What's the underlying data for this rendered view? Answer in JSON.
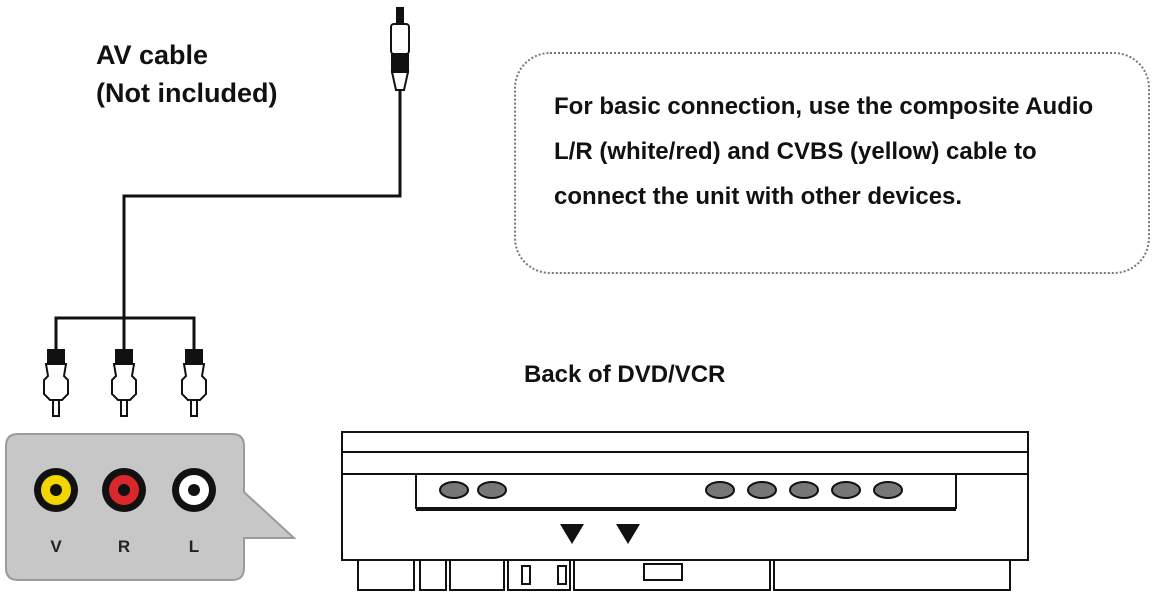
{
  "cable": {
    "label_line1": "AV cable",
    "label_line2": "(Not included)"
  },
  "note": {
    "text": "For basic connection, use the composite Audio L/R (white/red) and CVBS (yellow) cable to connect the unit with other devices."
  },
  "device": {
    "label": "Back of DVD/VCR"
  },
  "jacks": [
    {
      "letter": "V",
      "color": "#f2d600"
    },
    {
      "letter": "R",
      "color": "#d8282c"
    },
    {
      "letter": "L",
      "color": "#ffffff"
    }
  ],
  "colors": {
    "panel": "#c7c7c7",
    "line": "#111111"
  }
}
